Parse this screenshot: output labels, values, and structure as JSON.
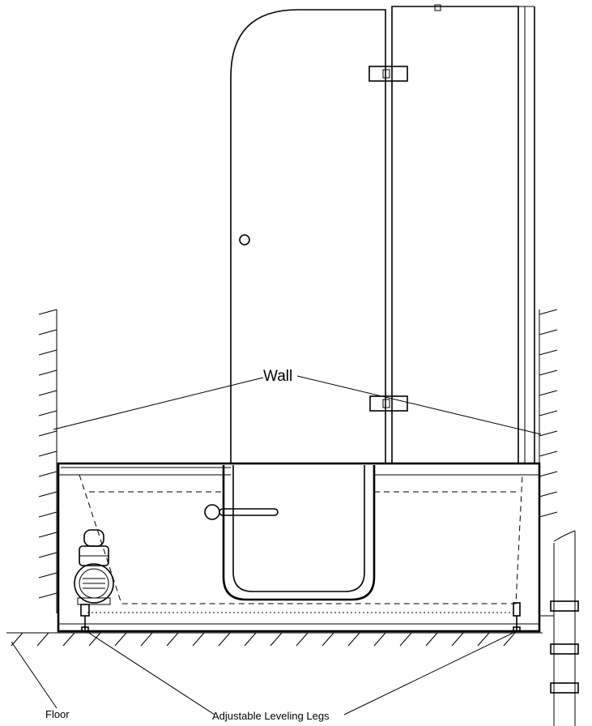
{
  "labels": {
    "wall": "Wall",
    "floor": "Floor",
    "legs": "Adjustable Leveling Legs"
  }
}
